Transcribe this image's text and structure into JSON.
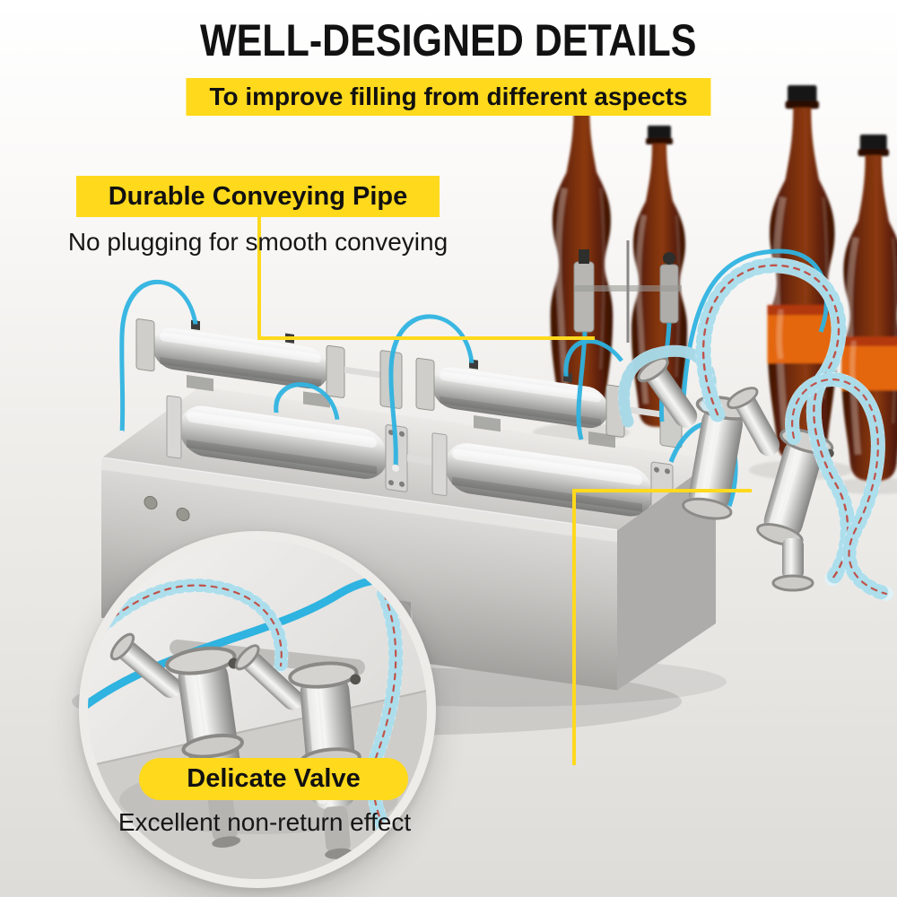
{
  "header": {
    "title": "WELL-DESIGNED DETAILS",
    "subtitle": "To improve filling from different aspects"
  },
  "callouts": {
    "pipe": {
      "label": "Durable Conveying Pipe",
      "description": "No plugging for smooth conveying"
    },
    "valve": {
      "label": "Delicate Valve",
      "description": "Excellent non-return effect"
    }
  },
  "colors": {
    "highlight_yellow": "#ffd91c",
    "title_text": "#121212",
    "body_text": "#161616",
    "machine_steel": "#c6c5c2",
    "pneumatic_tube_blue": "#2fb3e0",
    "hose_clear_blue": "#dff2f8",
    "hose_red_stripe": "#c43b2e",
    "cola_brown": "#6f2a0c",
    "bottle_label_orange": "#e4660d",
    "background_gray": "#dedcd8"
  },
  "scene": {
    "subject": "pneumatic double-head liquid filling machine",
    "background": "glass cola bottles",
    "inset": "close-up of two non-return valves"
  }
}
